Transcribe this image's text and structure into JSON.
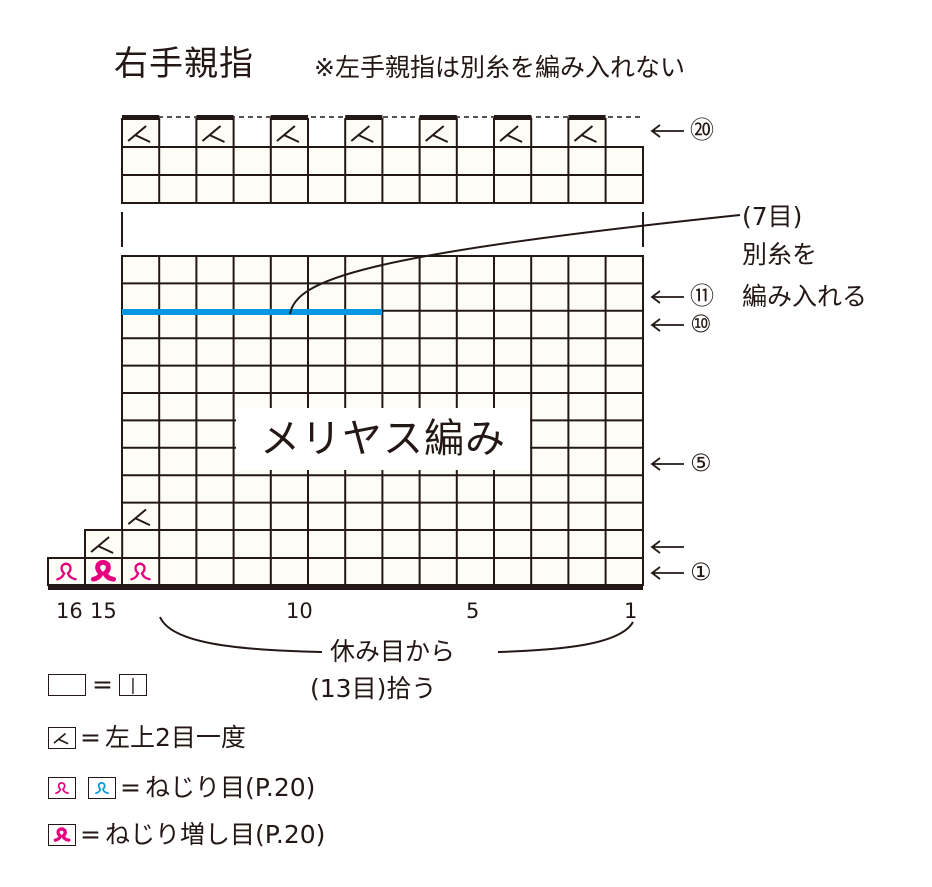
{
  "header": {
    "title": "右手親指",
    "note": "※左手親指は別糸を編み入れない"
  },
  "chart": {
    "columns": 16,
    "pattern_label": "メリヤス編み",
    "colors": {
      "line": "#231815",
      "cell_fill": "#fdfdf5",
      "waste_yarn": "#0096e0",
      "twist_pink": "#e4007f",
      "twist_blue": "#0096e0"
    },
    "row_labels": [
      {
        "row": 20,
        "text": "⑳"
      },
      {
        "row": 11,
        "text": "⑪"
      },
      {
        "row": 10,
        "text": "⑩"
      },
      {
        "row": 5,
        "text": "⑤"
      },
      {
        "row": 2,
        "text": ""
      },
      {
        "row": 1,
        "text": "①"
      }
    ],
    "arrow": "←",
    "column_numbers": [
      "16",
      "15",
      "10",
      "5",
      "1"
    ],
    "waste_yarn_note": {
      "line1": "(7目)",
      "line2": "別糸を",
      "line3": "編み入れる"
    },
    "pickup_note": {
      "line1": "休み目から",
      "line2": "(13目)拾う"
    }
  },
  "legend": [
    {
      "symbol": "knit",
      "eq": "=",
      "meaning": "|"
    },
    {
      "symbol": "k2tog-left",
      "eq": "=",
      "meaning": "左上2目一度"
    },
    {
      "symbol": "twisted-stitch",
      "eq": "=",
      "meaning": "ねじり目(P.20)"
    },
    {
      "symbol": "twisted-increase",
      "eq": "=",
      "meaning": "ねじり増し目(P.20)"
    }
  ]
}
